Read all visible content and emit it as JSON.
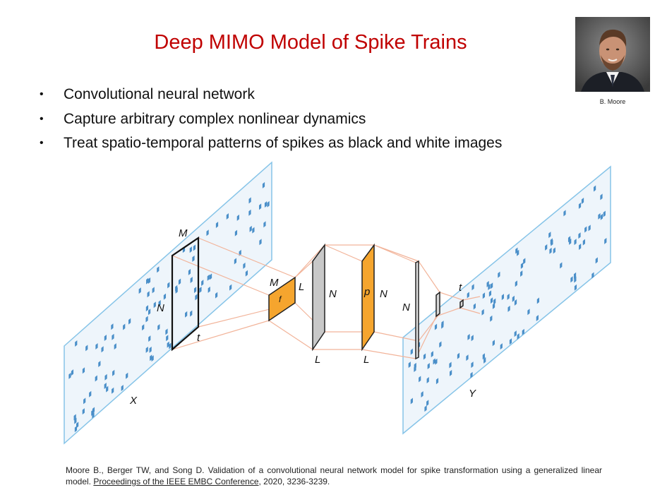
{
  "slide": {
    "title": "Deep MIMO Model of Spike Trains",
    "bullets": [
      "Convolutional neural network",
      "Capture arbitrary complex nonlinear dynamics",
      "Treat spatio-temporal patterns of spikes as black and white images"
    ],
    "bullet_glyph": "•",
    "photo_caption": "B. Moore",
    "reference": {
      "authors": "Moore B., Berger TW, and Song D. Validation of a convolutional neural network model for spike transformation using a generalized linear model.",
      "venue": "Proceedings of the IEEE EMBC Conference",
      "details": ", 2020, 3236-3239."
    }
  },
  "diagram": {
    "labels": {
      "input_panel": "X",
      "output_panel": "Y",
      "window_m": "M",
      "window_n": "N",
      "window_t": "t",
      "filter_m": "M",
      "filter_l": "L",
      "filter_f": "f",
      "gray_n": "N",
      "gray_l": "L",
      "orange_p": "p",
      "orange_n": "N",
      "orange_l": "L",
      "thin_n": "N",
      "out_t": "t"
    },
    "colors": {
      "title": "#c00000",
      "panel_fill": "#eef5fb",
      "panel_edge": "#86c4e8",
      "spike": "#4a8fc9",
      "connection": "#f2b49a",
      "orange": "#f5a52e",
      "gray": "#c8c8c8"
    }
  }
}
